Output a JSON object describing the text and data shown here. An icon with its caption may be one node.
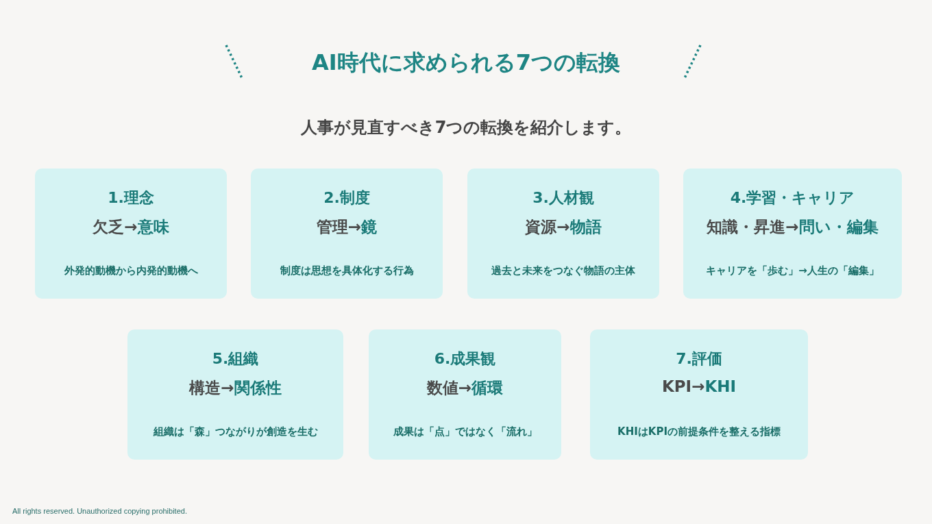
{
  "diagram": {
    "title": "AI時代に求められる7つの転換",
    "caption": "人事が見直すべき7つの転換を紹介します。",
    "nodes": [
      {
        "text": [
          "1.理念",
          "欠乏→意味",
          "外発的動機から内発的動機へ"
        ]
      },
      {
        "text": [
          "2.制度",
          "管理→鏡",
          "制度は思想を具体化する行為"
        ]
      },
      {
        "text": [
          "3.人材観",
          "資源→物語",
          "過去と未来をつなぐ物語の主体"
        ]
      },
      {
        "text": [
          "4.学習・キャリア",
          "知識・昇進→問い・編集",
          "キャリアを「歩む」→人生の「編集」"
        ]
      },
      {
        "text": [
          "5.組織",
          "構造→関係性",
          "組織は「森」つながりが創造を生む"
        ]
      },
      {
        "text": [
          "6.成果観",
          "数値→循環",
          "成果は「点」ではなく「流れ」"
        ]
      },
      {
        "text": [
          "7.評価",
          "KPI→KHI",
          "KHIはKPIの前提条件を整える指標"
        ]
      }
    ],
    "labels": [
      "All rights reserved. Unauthorized copying prohibited."
    ]
  }
}
